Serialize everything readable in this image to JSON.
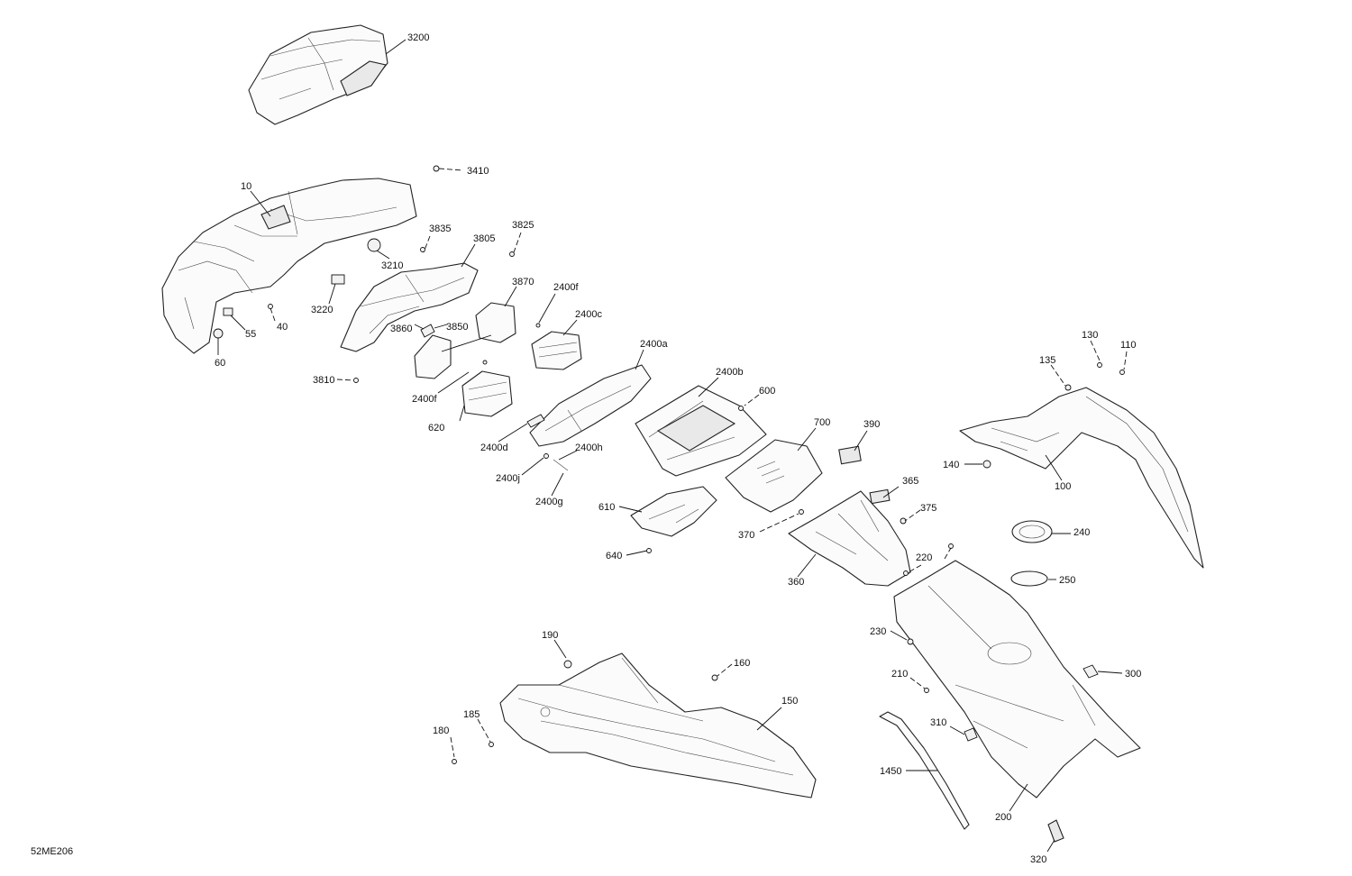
{
  "diagram_code": "52ME206",
  "callouts": [
    "3200",
    "3410",
    "10",
    "3835",
    "3825",
    "3805",
    "3210",
    "3220",
    "40",
    "55",
    "60",
    "3870",
    "2400f",
    "2400c",
    "3860",
    "3850",
    "3810",
    "2400a",
    "2400f",
    "2400b",
    "600",
    "620",
    "2400d",
    "2400h",
    "2400j",
    "2400g",
    "700",
    "390",
    "130",
    "110",
    "135",
    "140",
    "100",
    "365",
    "375",
    "610",
    "370",
    "640",
    "240",
    "220",
    "250",
    "360",
    "230",
    "190",
    "160",
    "210",
    "300",
    "150",
    "185",
    "180",
    "310",
    "1450",
    "200",
    "320"
  ]
}
